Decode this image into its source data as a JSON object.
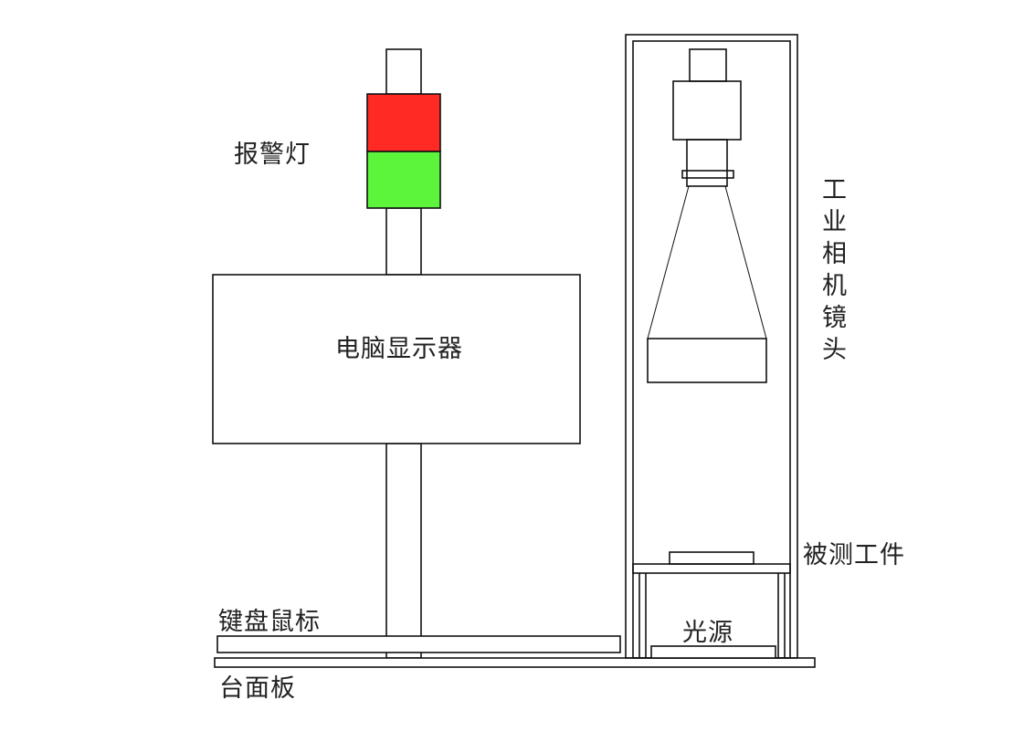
{
  "labels": {
    "alarm_light": "报警灯",
    "monitor": "电脑显示器",
    "camera_lens": "工业相机镜头",
    "workpiece": "被测工件",
    "keyboard_mouse": "键盘鼠标",
    "light_source": "光源",
    "table_board": "台面板"
  },
  "colors": {
    "alarm_red": "#ff2a24",
    "alarm_green": "#5cf53c",
    "stroke": "#111111"
  }
}
